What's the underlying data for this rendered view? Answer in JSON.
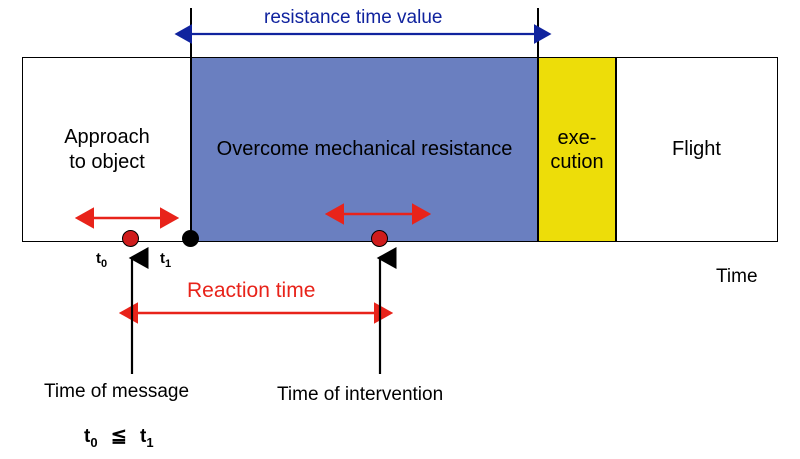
{
  "diagram": {
    "title_top": "resistance time value",
    "segments": [
      {
        "id": "approach",
        "label_line1": "Approach",
        "label_line2": "to object",
        "color": "#ffffff"
      },
      {
        "id": "resistance",
        "label_line1": "Overcome mechanical resistance",
        "label_line2": "",
        "color": "#6a7fc0"
      },
      {
        "id": "execution",
        "label_line1": "exe-",
        "label_line2": "cution",
        "color": "#eddd09"
      },
      {
        "id": "flight",
        "label_line1": "Flight",
        "label_line2": "",
        "color": "#ffffff"
      }
    ],
    "markers": [
      {
        "id": "t0",
        "label": "t",
        "sub": "0"
      },
      {
        "id": "t1",
        "label": "t",
        "sub": "1"
      }
    ],
    "axis_label": "Time",
    "reaction_label": "Reaction time",
    "callouts": [
      {
        "id": "time-of-message",
        "text": "Time of message"
      },
      {
        "id": "time-of-intervention",
        "text": "Time of intervention"
      }
    ],
    "formula": {
      "left": "t",
      "left_sub": "0",
      "operator": "≦",
      "right": "t",
      "right_sub": "1"
    },
    "colors": {
      "resistance_fill": "#6a7fc0",
      "execution_fill": "#eddd09",
      "arrow_blue": "#10239e",
      "arrow_red": "#e8231a",
      "marker_red": "#cf1c1c",
      "outline": "#000000"
    }
  }
}
